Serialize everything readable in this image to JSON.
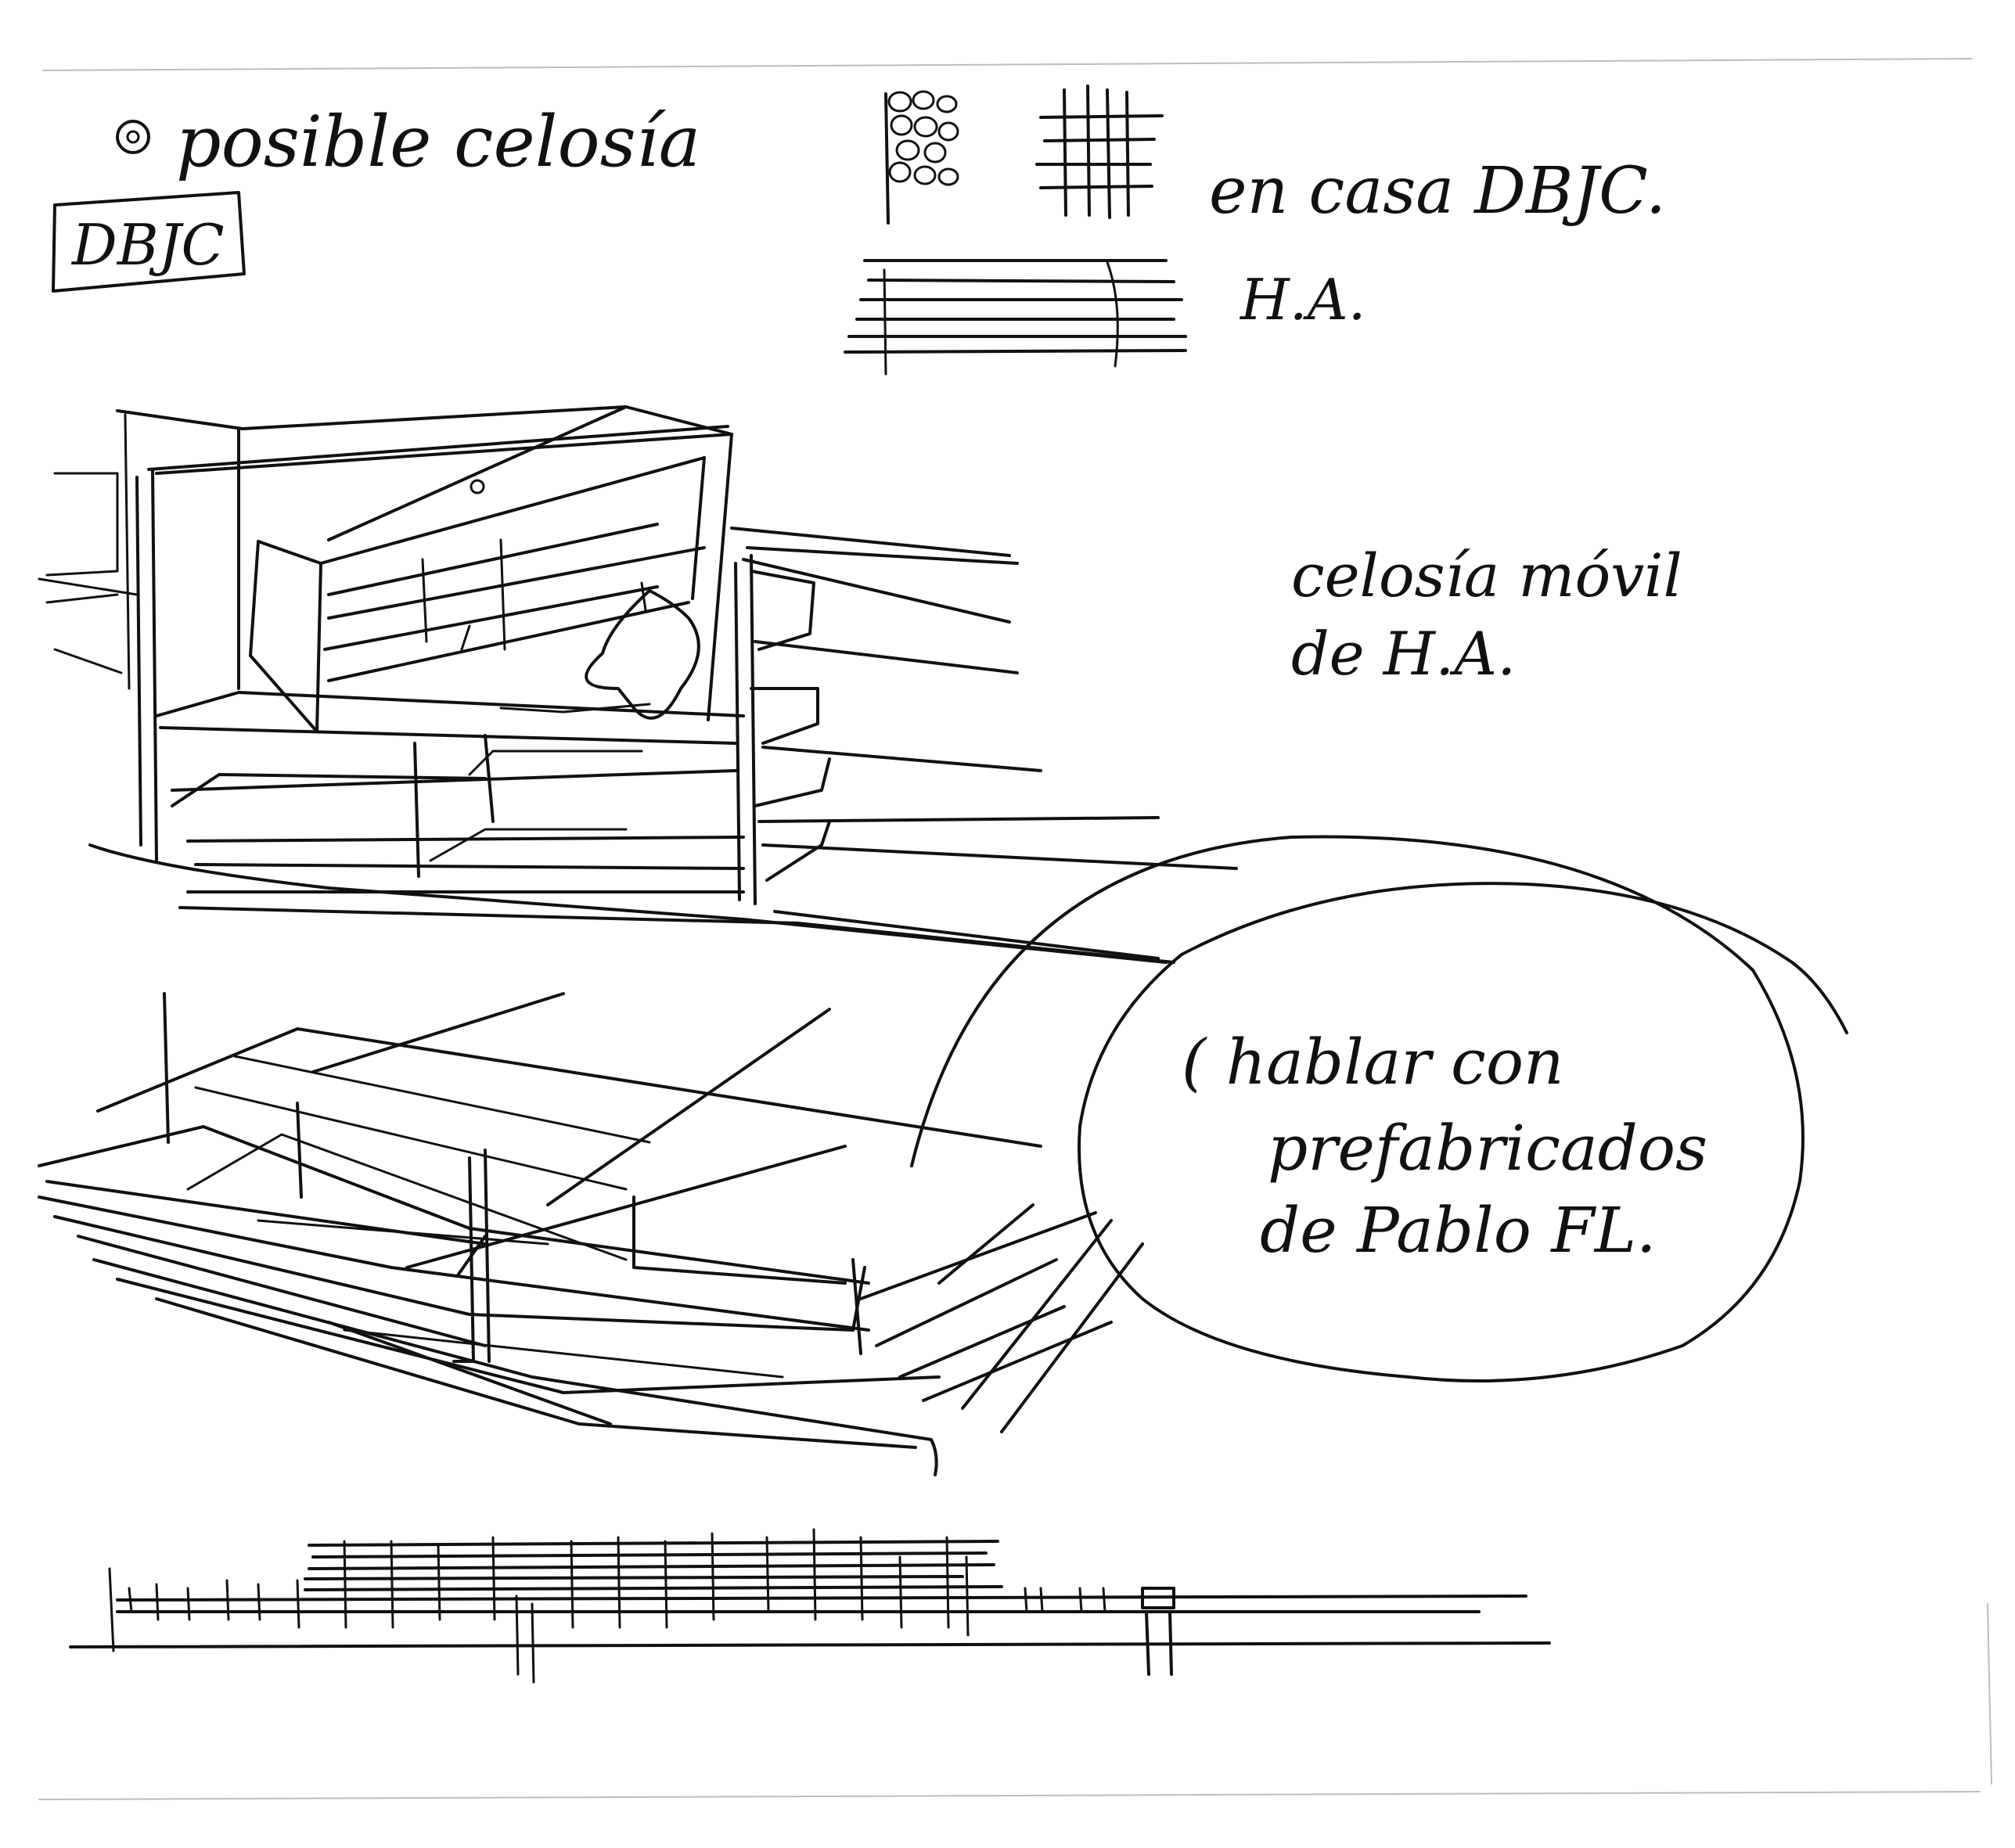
{
  "sheet": {
    "background": "#ffffff",
    "ink_color": "#111111"
  },
  "notes": {
    "title": "posible celosía",
    "tag": "DBJC",
    "encasa": "en casa DBJC.",
    "ha": "H.A.",
    "movil_line1": "celosía móvil",
    "movil_line2": "de H.A.",
    "bubble_line1": "( hablar con",
    "bubble_line2": "prefabricados",
    "bubble_line3": "de Pablo FL."
  }
}
